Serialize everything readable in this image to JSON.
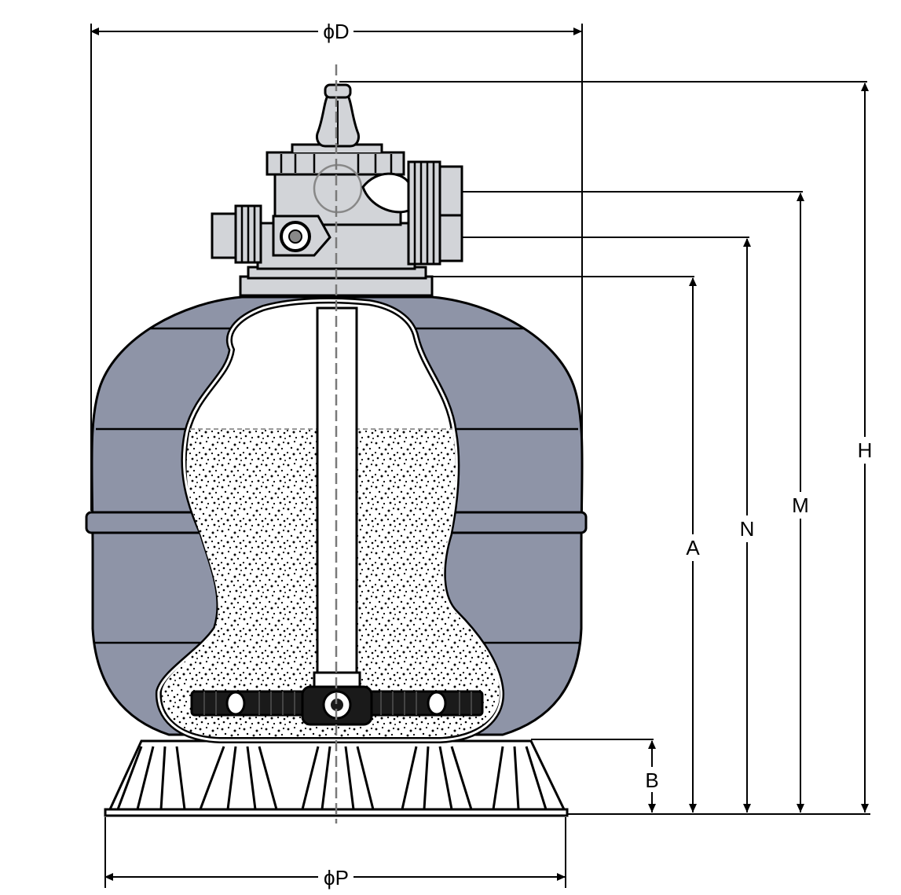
{
  "dimensions": {
    "outer_diameter": "ϕD",
    "base_diameter": "ϕP",
    "overall_height": "H",
    "upper_port_height": "M",
    "lower_port_height": "N",
    "flange_height": "A",
    "base_height": "B"
  },
  "colors": {
    "tank_fill": "#8e94a7",
    "valve_fill": "#d2d4d8",
    "line": "#000000",
    "cutaway_fill": "#ffffff",
    "centerline": "#7a7a7a"
  },
  "icons": [
    "sand-filter-tank",
    "multiport-valve",
    "lateral-manifold",
    "filter-sand"
  ]
}
